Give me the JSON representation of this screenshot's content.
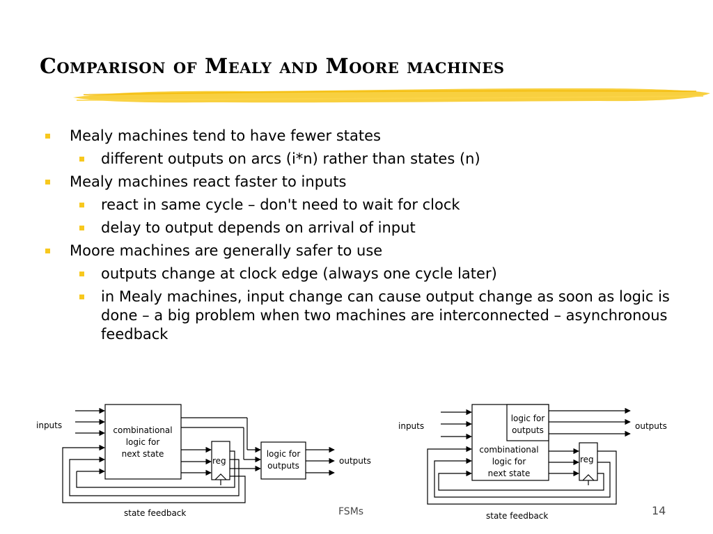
{
  "title": "Comparison of Mealy and Moore machines",
  "accent_color": "#f7c81e",
  "bullets": [
    {
      "text": "Mealy machines tend to have fewer states",
      "sub": [
        "different outputs on arcs (i*n) rather than states (n)"
      ]
    },
    {
      "text": "Mealy machines react faster to inputs",
      "sub": [
        "react in same cycle – don't need to wait for clock",
        "delay to output depends on arrival of input"
      ]
    },
    {
      "text": "Moore machines are generally safer to use",
      "sub": [
        "outputs change at clock edge (always one cycle later)",
        "in Mealy machines, input change can cause output change as soon as logic is done – a big problem when two machines are interconnected – asynchronous feedback"
      ]
    }
  ],
  "mealy_diagram": {
    "inputs_label": "inputs",
    "comb_logic_lines": [
      "combinational",
      "logic for",
      "next state"
    ],
    "reg_label": "reg",
    "output_logic_lines": [
      "logic for",
      "outputs"
    ],
    "outputs_label": "outputs",
    "feedback_label": "state feedback"
  },
  "moore_diagram": {
    "inputs_label": "inputs",
    "output_logic_lines": [
      "logic for",
      "outputs"
    ],
    "outputs_label": "outputs",
    "comb_logic_lines": [
      "combinational",
      "logic for",
      "next state"
    ],
    "reg_label": "reg",
    "feedback_label": "state feedback"
  },
  "footer": {
    "center": "FSMs",
    "slide_number": "14"
  }
}
